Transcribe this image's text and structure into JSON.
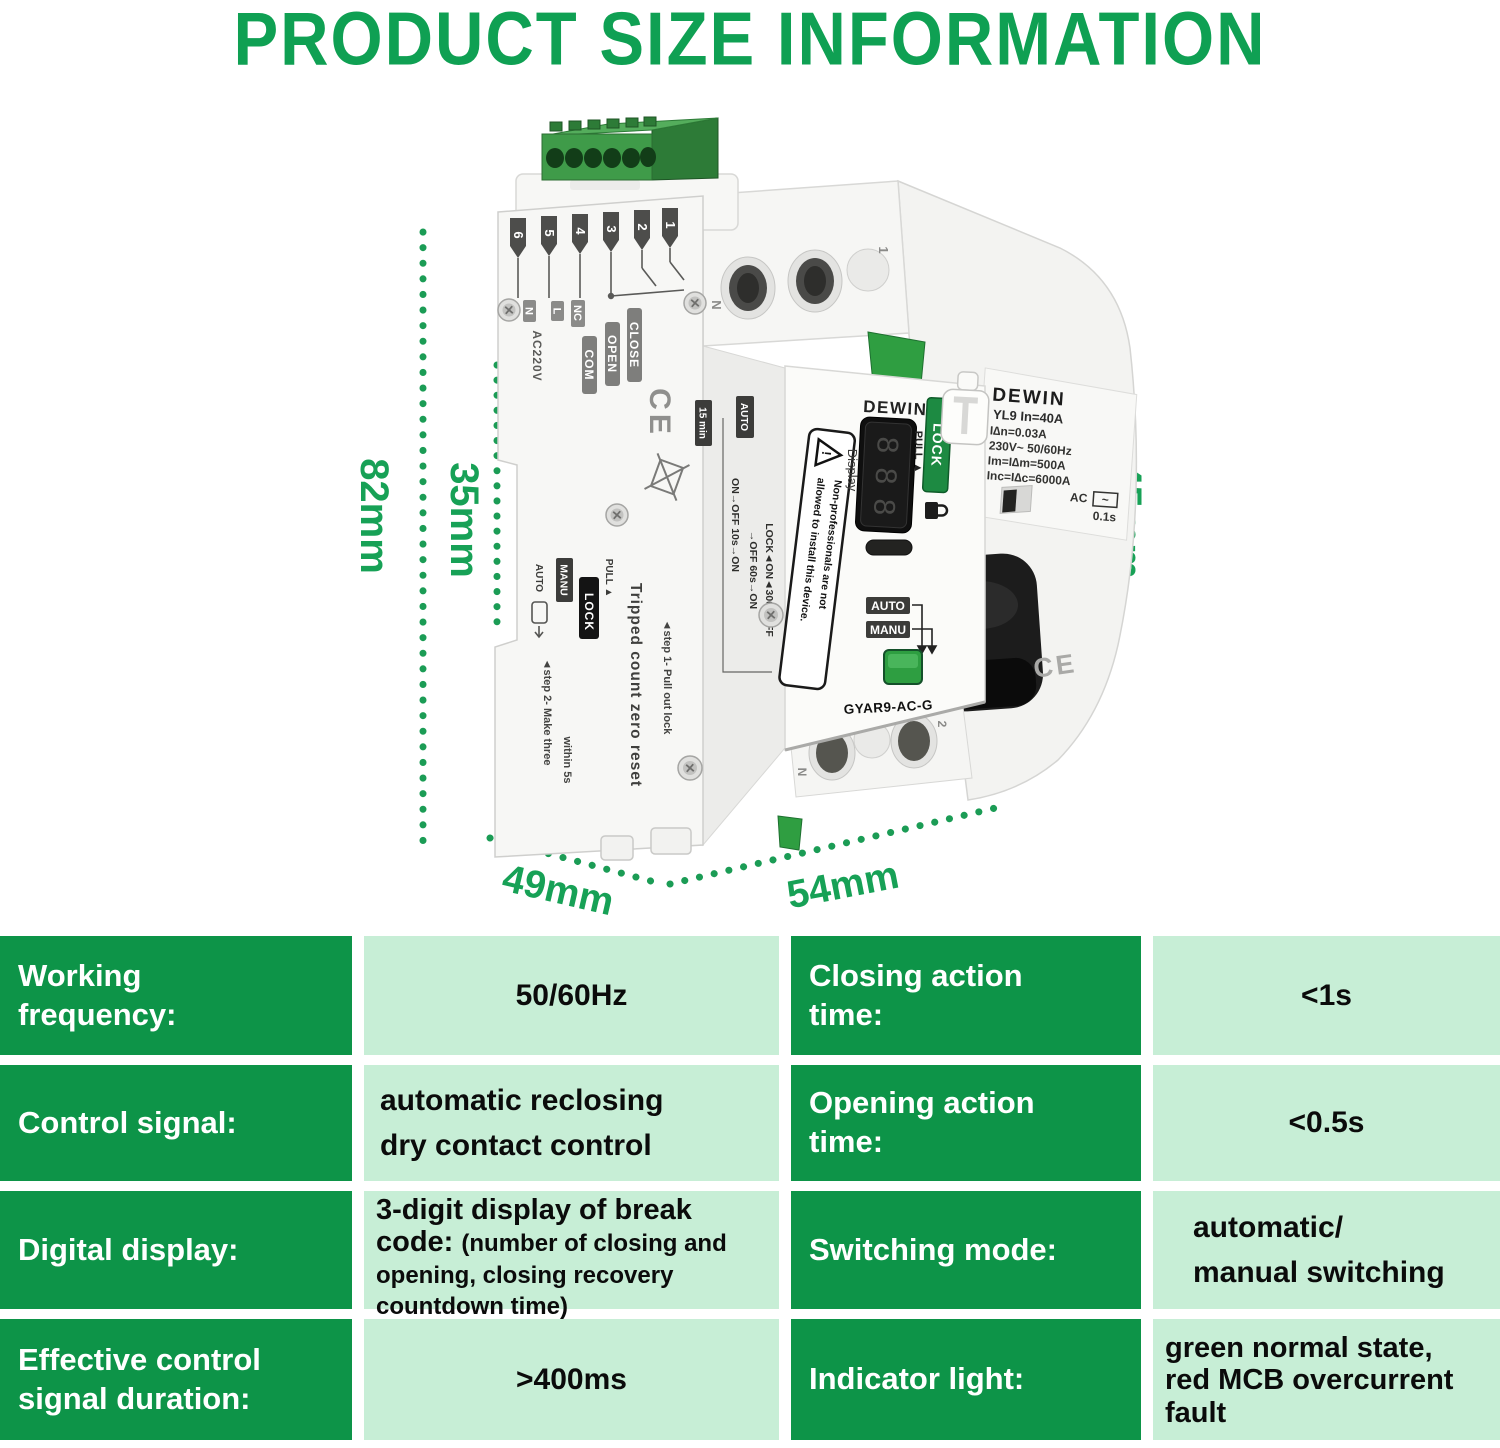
{
  "title": "PRODUCT SIZE INFORMATION",
  "colors": {
    "accent_green": "#0fa053",
    "table_cell_dark": "#0d9448",
    "table_cell_light": "#c7eed6",
    "dotted_line_green": "#1b9c55",
    "terminal_block_green": "#3f9b49",
    "lock_tab_green": "#1d8a42",
    "button_green": "#2e9e41"
  },
  "dimensions": {
    "height": "82mm",
    "upper_section": "35mm",
    "front_height": "45mm",
    "depth": "49mm",
    "width": "54mm"
  },
  "device": {
    "pins": [
      "6",
      "5",
      "4",
      "3",
      "2",
      "1"
    ],
    "wire_badges": [
      "N",
      "L",
      "NC"
    ],
    "contact_badges": [
      "COM",
      "OPEN",
      "CLOSE"
    ],
    "voltage_label": "AC220V",
    "side_ce": "CE",
    "timer_badge": "15 min",
    "auto_badge_top": "AUTO",
    "mode_col1": "ON→OFF 10s→ON",
    "mode_col2": "→OFF 60s→ON",
    "mode_col3": "LOCK◄ON◄300s OFF",
    "auto_small": "AUTO",
    "manu_badge_side": "MANU",
    "lock_badge_side": "LOCK",
    "pull_small": "PULL ▲",
    "reset_title": "Tripped count zero reset",
    "step1": "◄step 1- Pull out lock",
    "step2": "◄step 2- Make three",
    "within": "within 5s",
    "warning_excl": "!",
    "warning_line1": "Non-professionals are not",
    "warning_line2": "allowed to install this device.",
    "front": {
      "brand": "DEWIN",
      "display_label": "Display",
      "digits": [
        "8",
        "8",
        "8"
      ],
      "pull_label": "PULL ▲",
      "lock_tab": "LOCK",
      "auto_badge": "AUTO",
      "manu_badge": "MANU",
      "model": "GYAR9-AC-G"
    },
    "rccb": {
      "brand": "DEWIN",
      "spec1": "YL9  In=40A",
      "spec2": "I∆n=0.03A",
      "spec3": "230V~ 50/60Hz",
      "spec4": "Im=I∆m=500A",
      "spec5": "Inc=I∆c=6000A",
      "spec_ac": "AC",
      "spec_wave": "~",
      "spec_time": "0.1s",
      "ce": "CE",
      "top_left": "N",
      "top_right": "1",
      "bottom_left": "N",
      "bottom_right": "2"
    }
  },
  "table": {
    "rows": [
      {
        "label": "Working\nfrequency:",
        "value": "50/60Hz",
        "label2": "Closing action\ntime:",
        "value2": "<1s"
      },
      {
        "label": "Control signal:",
        "value": "automatic reclosing\ndry contact control",
        "label2": "Opening action\ntime:",
        "value2": "<0.5s"
      },
      {
        "label": "Digital display:",
        "value_main": "3-digit display of break code: ",
        "value_note": "(number of closing and opening, closing recovery countdown time)",
        "label2": "Switching mode:",
        "value2": "automatic/\nmanual switching"
      },
      {
        "label": "Effective control\nsignal duration:",
        "value": ">400ms",
        "label2": "Indicator light:",
        "value2": "green normal state,\nred MCB overcurrent\nfault"
      }
    ]
  }
}
